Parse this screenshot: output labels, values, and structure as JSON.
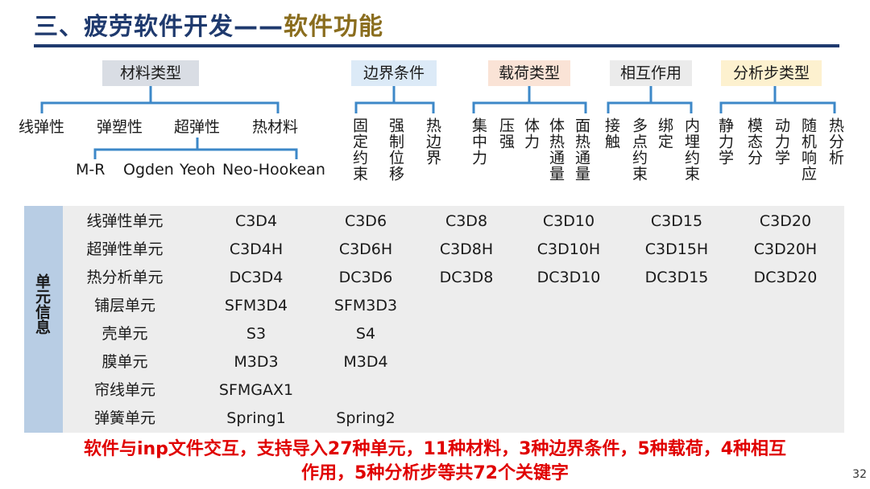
{
  "title": {
    "main": "三、疲劳软件开发",
    "dash": "——",
    "sub": "软件功能"
  },
  "categories": {
    "material": {
      "header": "材料类型",
      "items": [
        "线弹性",
        "弹塑性",
        "超弹性",
        "热材料"
      ],
      "hyperelastic_models": [
        "M-R",
        "Ogden",
        "Yeoh",
        "Neo-Hookean"
      ]
    },
    "boundary": {
      "header": "边界条件",
      "items": [
        "固定约束",
        "强制位移",
        "热边界"
      ]
    },
    "load": {
      "header": "载荷类型",
      "items": [
        "集中力",
        "压强",
        "体力",
        "体热通量",
        "面热通量"
      ]
    },
    "interaction": {
      "header": "相互作用",
      "items": [
        "接触",
        "多点约束",
        "绑定",
        "内埋约束"
      ]
    },
    "step": {
      "header": "分析步类型",
      "items": [
        "静力学",
        "模态分",
        "动力学",
        "随机响应",
        "热分析"
      ]
    }
  },
  "element_table": {
    "side_label": "单元信息",
    "rows": [
      {
        "name": "线弹性单元",
        "cells": [
          "C3D4",
          "C3D6",
          "C3D8",
          "C3D10",
          "C3D15",
          "C3D20"
        ]
      },
      {
        "name": "超弹性单元",
        "cells": [
          "C3D4H",
          "C3D6H",
          "C3D8H",
          "C3D10H",
          "C3D15H",
          "C3D20H"
        ]
      },
      {
        "name": "热分析单元",
        "cells": [
          "DC3D4",
          "DC3D6",
          "DC3D8",
          "DC3D10",
          "DC3D15",
          "DC3D20"
        ]
      },
      {
        "name": "铺层单元",
        "cells": [
          "SFM3D4",
          "SFM3D3"
        ]
      },
      {
        "name": "壳单元",
        "cells": [
          "S3",
          "S4"
        ]
      },
      {
        "name": "膜单元",
        "cells": [
          "M3D3",
          "M3D4"
        ]
      },
      {
        "name": "帘线单元",
        "cells": [
          "SFMGAX1"
        ]
      },
      {
        "name": "弹簧单元",
        "cells": [
          "Spring1",
          "Spring2"
        ]
      }
    ]
  },
  "footer": {
    "line1": "软件与inp文件交互，支持导入27种单元，11种材料，3种边界条件，5种载荷，4种相互",
    "line2": "作用，5种分析步等共72个关键字"
  },
  "page_number": "32",
  "colors": {
    "title": "#1f3a6e",
    "subtitle": "#8a6d1e",
    "bracket": "#3d88c8",
    "footer": "#e00000"
  }
}
